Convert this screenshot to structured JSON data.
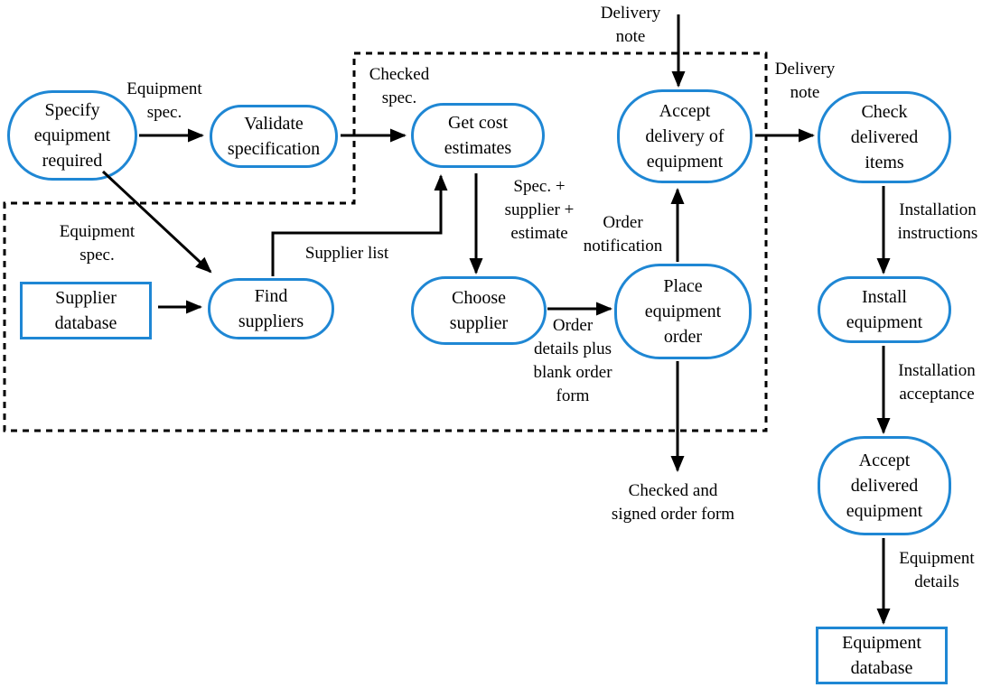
{
  "colors": {
    "node_border": "#1f87d4",
    "node_shadow_light": "#33b4ec",
    "datastore_shadow": "#2fafe8",
    "arrow": "#000000",
    "text": "#000000",
    "background": "#ffffff"
  },
  "processes": {
    "specify_equipment_required": [
      "Specify",
      "equipment",
      "required"
    ],
    "validate_specification": [
      "Validate",
      "specification"
    ],
    "get_cost_estimates": [
      "Get cost",
      "estimates"
    ],
    "accept_delivery_of_equipment": [
      "Accept",
      "delivery of",
      "equipment"
    ],
    "check_delivered_items": [
      "Check",
      "delivered",
      "items"
    ],
    "find_suppliers": [
      "Find",
      "suppliers"
    ],
    "choose_supplier": [
      "Choose",
      "supplier"
    ],
    "place_equipment_order": [
      "Place",
      "equipment",
      "order"
    ],
    "install_equipment": [
      "Install",
      "equipment"
    ],
    "accept_delivered_equipment": [
      "Accept",
      "delivered",
      "equipment"
    ]
  },
  "datastores": {
    "supplier_database": [
      "Supplier",
      "database"
    ],
    "equipment_database": [
      "Equipment",
      "database"
    ]
  },
  "flow_labels": {
    "equipment_spec": [
      "Equipment",
      "spec."
    ],
    "checked_spec": [
      "Checked",
      "spec."
    ],
    "delivery_note": [
      "Delivery",
      "note"
    ],
    "supplier_list": [
      "Supplier list"
    ],
    "spec_supplier_estimate": [
      "Spec. +",
      "supplier +",
      "estimate"
    ],
    "order_notification": [
      "Order",
      "notification"
    ],
    "order_details_blank_form": [
      "Order",
      "details plus",
      "blank order",
      "form"
    ],
    "checked_signed_order_form": [
      "Checked and",
      "signed order form"
    ],
    "installation_instructions": [
      "Installation",
      "instructions"
    ],
    "installation_acceptance": [
      "Installation",
      "acceptance"
    ],
    "equipment_details": [
      "Equipment",
      "details"
    ]
  },
  "flows": [
    {
      "from": "specify_equipment_required",
      "to": "validate_specification",
      "label": "equipment_spec"
    },
    {
      "from": "validate_specification",
      "to": "get_cost_estimates",
      "label": "checked_spec"
    },
    {
      "from": "specify_equipment_required",
      "to": "find_suppliers",
      "label": "equipment_spec"
    },
    {
      "from": "supplier_database",
      "to": "find_suppliers",
      "label": ""
    },
    {
      "from": "find_suppliers",
      "to": "get_cost_estimates",
      "label": "supplier_list"
    },
    {
      "from": "get_cost_estimates",
      "to": "choose_supplier",
      "label": "spec_supplier_estimate"
    },
    {
      "from": "choose_supplier",
      "to": "place_equipment_order",
      "label": "order_details_blank_form"
    },
    {
      "from": "place_equipment_order",
      "to": "accept_delivery_of_equipment",
      "label": "order_notification"
    },
    {
      "from": "external",
      "to": "accept_delivery_of_equipment",
      "label": "delivery_note"
    },
    {
      "from": "accept_delivery_of_equipment",
      "to": "check_delivered_items",
      "label": "delivery_note"
    },
    {
      "from": "check_delivered_items",
      "to": "install_equipment",
      "label": "installation_instructions"
    },
    {
      "from": "install_equipment",
      "to": "accept_delivered_equipment",
      "label": "installation_acceptance"
    },
    {
      "from": "accept_delivered_equipment",
      "to": "equipment_database",
      "label": "equipment_details"
    },
    {
      "from": "place_equipment_order",
      "to": "external_output",
      "label": "checked_signed_order_form"
    }
  ]
}
